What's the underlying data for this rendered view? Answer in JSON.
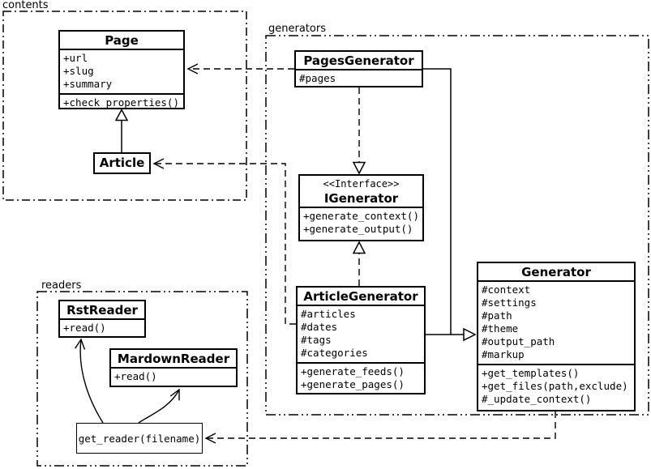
{
  "diagram": {
    "title": "UML class diagram",
    "colors": {
      "stroke": "#000000",
      "background": "#ffffff"
    },
    "packages": {
      "contents": {
        "label": "contents"
      },
      "generators": {
        "label": "generators"
      },
      "readers": {
        "label": "readers"
      }
    },
    "classes": {
      "page": {
        "name": "Page",
        "attributes": [
          "+url",
          "+slug",
          "+summary"
        ],
        "methods": [
          "+check_properties()"
        ]
      },
      "article": {
        "name": "Article"
      },
      "pages_generator": {
        "name": "PagesGenerator",
        "attributes": [
          "#pages"
        ]
      },
      "igenerator": {
        "stereotype": "<<Interface>>",
        "name": "IGenerator",
        "methods": [
          "+generate_context()",
          "+generate_output()"
        ]
      },
      "article_generator": {
        "name": "ArticleGenerator",
        "attributes": [
          "#articles",
          "#dates",
          "#tags",
          "#categories"
        ],
        "methods": [
          "+generate_feeds()",
          "+generate_pages()"
        ]
      },
      "generator": {
        "name": "Generator",
        "attributes": [
          "#context",
          "#settings",
          "#path",
          "#theme",
          "#output_path",
          "#markup"
        ],
        "methods": [
          "+get_templates()",
          "+get_files(path,exclude)",
          "#_update_context()"
        ]
      },
      "rst_reader": {
        "name": "RstReader",
        "methods": [
          "+read()"
        ]
      },
      "markdown_reader": {
        "name": "MardownReader",
        "methods": [
          "+read()"
        ]
      },
      "get_reader": {
        "name": "get_reader(filename)"
      }
    },
    "relationships": [
      {
        "from": "Article",
        "to": "Page",
        "type": "inheritance"
      },
      {
        "from": "PagesGenerator",
        "to": "Page",
        "type": "dependency"
      },
      {
        "from": "ArticleGenerator",
        "to": "Article",
        "type": "dependency"
      },
      {
        "from": "PagesGenerator",
        "to": "IGenerator",
        "type": "realization"
      },
      {
        "from": "ArticleGenerator",
        "to": "IGenerator",
        "type": "realization"
      },
      {
        "from": "PagesGenerator",
        "to": "Generator",
        "type": "inheritance"
      },
      {
        "from": "ArticleGenerator",
        "to": "Generator",
        "type": "inheritance"
      },
      {
        "from": "Generator",
        "to": "get_reader(filename)",
        "type": "dependency"
      },
      {
        "from": "get_reader(filename)",
        "to": "RstReader",
        "type": "association"
      },
      {
        "from": "get_reader(filename)",
        "to": "MardownReader",
        "type": "association"
      }
    ]
  }
}
